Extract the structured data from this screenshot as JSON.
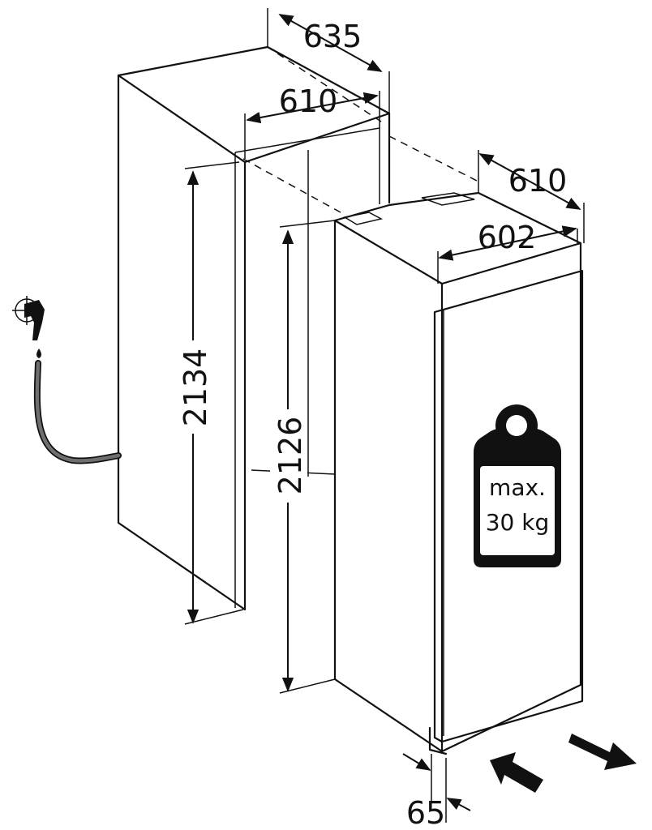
{
  "dimensions": {
    "niche_depth": "635",
    "niche_width": "610",
    "appliance_depth": "610",
    "appliance_width": "602",
    "niche_height": "2134",
    "appliance_height": "2126",
    "door_offset": "65"
  },
  "weight_label": {
    "line1": "max.",
    "line2": "30 kg"
  },
  "icons": {
    "weight": "weight-icon",
    "water_tap": "water-tap-icon",
    "open_door_arrows": "door-direction-arrows"
  },
  "colors": {
    "stroke": "#111111",
    "hose": "#6f6f6f",
    "background": "#ffffff"
  }
}
